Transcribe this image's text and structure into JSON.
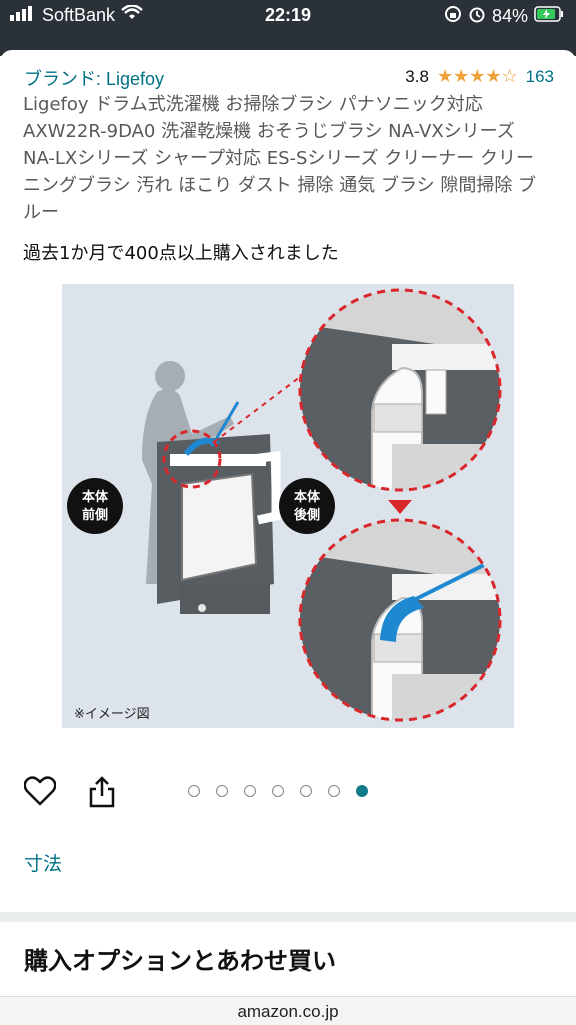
{
  "status": {
    "carrier": "SoftBank",
    "time": "22:19",
    "battery": "84%"
  },
  "product": {
    "brand": "ブランド: Ligefoy",
    "rating_value": "3.8",
    "stars": "★★★★☆",
    "rating_count": "163",
    "title": "Ligefoy ドラム式洗濯機 お掃除ブラシ パナソニック対応 AXW22R-9DA0 洗濯乾燥機 おそうじブラシ NA-VXシリーズ NA-LXシリーズ シャープ対応 ES-Sシリーズ クリーナー クリーニングブラシ 汚れ ほこり ダスト 掃除 通気 ブラシ 隙間掃除 ブルー",
    "bought_past_month": "過去1か月で400点以上購入されました"
  },
  "image": {
    "label_front": "本体\n前側",
    "label_front_1": "本体",
    "label_front_2": "前側",
    "label_back_1": "本体",
    "label_back_2": "後側",
    "caption": "※イメージ図"
  },
  "carousel": {
    "total": 7,
    "active_index": 7
  },
  "links": {
    "dimensions": "寸法"
  },
  "section": {
    "buy_options_title": "購入オプションとあわせ買い"
  },
  "browser": {
    "url": "amazon.co.jp"
  },
  "colors": {
    "link": "#007185",
    "star": "#f0a23a",
    "dot_active": "#127b8a",
    "status_bg": "#2b3139",
    "accent_red": "#d9262b",
    "brush_blue": "#1e88d0"
  }
}
